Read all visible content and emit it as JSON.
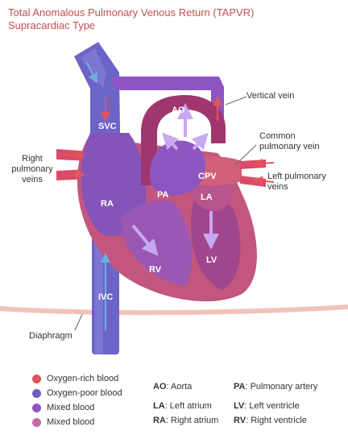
{
  "title": {
    "line1": "Total Anomalous Pulmonary Venous Return (TAPVR)",
    "line2": "Supracardiac Type"
  },
  "labels": {
    "svc": "SVC",
    "ao": "AO",
    "pa": "PA",
    "ra": "RA",
    "la": "LA",
    "lv": "LV",
    "rv": "RV",
    "ivc": "IVC",
    "cpv": "CPV",
    "vertical_vein": "Vertical vein",
    "common_pv_1": "Common",
    "common_pv_2": "pulmonary vein",
    "right_pv_1": "Right",
    "right_pv_2": "pulmonary",
    "right_pv_3": "veins",
    "left_pv_1": "Left pulmonary",
    "left_pv_2": "veins",
    "diaphragm": "Diaphragm"
  },
  "legend": {
    "items": [
      {
        "label": "Oxygen-rich blood",
        "color": "#e2545a"
      },
      {
        "label": "Oxygen-poor blood",
        "color": "#6a5fc4"
      },
      {
        "label": "Mixed blood",
        "color": "#8c55c2"
      },
      {
        "label": "Mixed blood",
        "color": "#c46aa8"
      }
    ],
    "abbreviations": [
      {
        "abbr": "AO",
        "text": ": Aorta"
      },
      {
        "abbr": "PA",
        "text": ": Pulmonary artery"
      },
      {
        "abbr": "LA",
        "text": ": Left atrium"
      },
      {
        "abbr": "LV",
        "text": ": Left ventricle"
      },
      {
        "abbr": "RA",
        "text": ": Right atrium"
      },
      {
        "abbr": "RV",
        "text": ": Right ventricle"
      }
    ]
  },
  "colors": {
    "oxygen_rich": "#e2545a",
    "oxygen_poor": "#6a5fc4",
    "mixed_purple": "#8c55c2",
    "mixed_pink": "#c46aa8",
    "title": "#c0504d"
  }
}
